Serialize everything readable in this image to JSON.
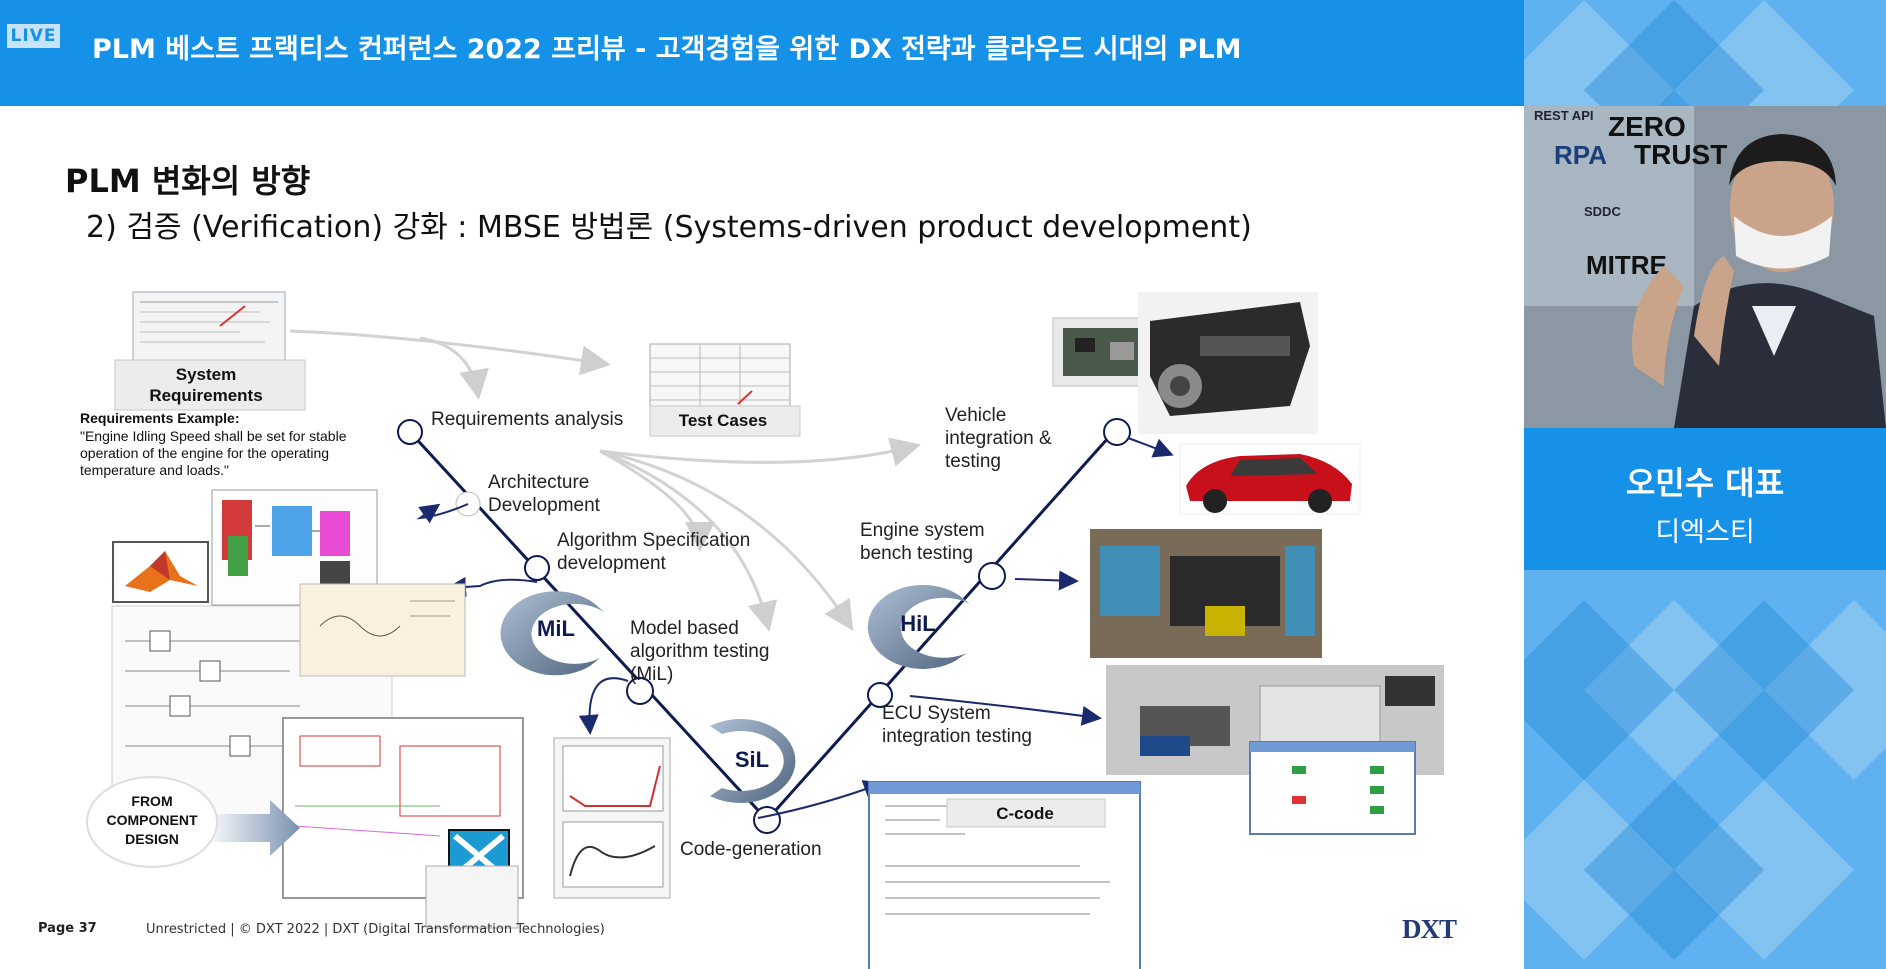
{
  "header": {
    "live_label": "LIVE",
    "title": "PLM 베스트 프랙티스 컨퍼런스 2022 프리뷰 - 고객경험을 위한 DX 전략과 클라우드 시대의 PLM"
  },
  "slide": {
    "title": "PLM 변화의 방향",
    "subtitle": "2) 검증 (Verification) 강화 : MBSE 방법론 (Systems-driven product development)",
    "diagram": {
      "system_requirements": [
        "System",
        "Requirements"
      ],
      "requirements_example_heading": "Requirements Example:",
      "requirements_example_lines": [
        "\"Engine Idling Speed shall be set for stable",
        "operation of the engine for the operating",
        "temperature and loads.\""
      ],
      "test_cases": "Test Cases",
      "requirements_analysis": "Requirements analysis",
      "architecture_development": [
        "Architecture",
        "Development"
      ],
      "algorithm_spec": [
        "Algorithm Specification",
        "development"
      ],
      "model_based_testing": [
        "Model based",
        "algorithm testing",
        "(MiL)"
      ],
      "code_generation": "Code-generation",
      "ecu_integration": [
        "ECU System",
        "integration testing"
      ],
      "engine_bench": [
        "Engine system",
        "bench testing"
      ],
      "vehicle_integration": [
        "Vehicle",
        "integration &",
        "testing"
      ],
      "mil": "MiL",
      "sil": "SiL",
      "hil": "HiL",
      "c_code": "C-code",
      "from_component": [
        "FROM",
        "COMPONENT",
        "DESIGN"
      ]
    },
    "footer": {
      "page": "Page 37",
      "text": "Unrestricted | © DXT 2022 | DXT (Digital Transformation Technologies)",
      "logo": "DXT"
    }
  },
  "side": {
    "video_labels": [
      "REST API",
      "ZERO",
      "TRUST",
      "RPA",
      "SDDC",
      "MITRE"
    ],
    "speaker_name": "오민수 대표",
    "speaker_company": "디엑스티"
  },
  "colors": {
    "banner_blue": "#1591e8",
    "side_blue": "#4da7ec",
    "v_line": "#0d1b4f",
    "logo_blue": "#1f3b78"
  }
}
